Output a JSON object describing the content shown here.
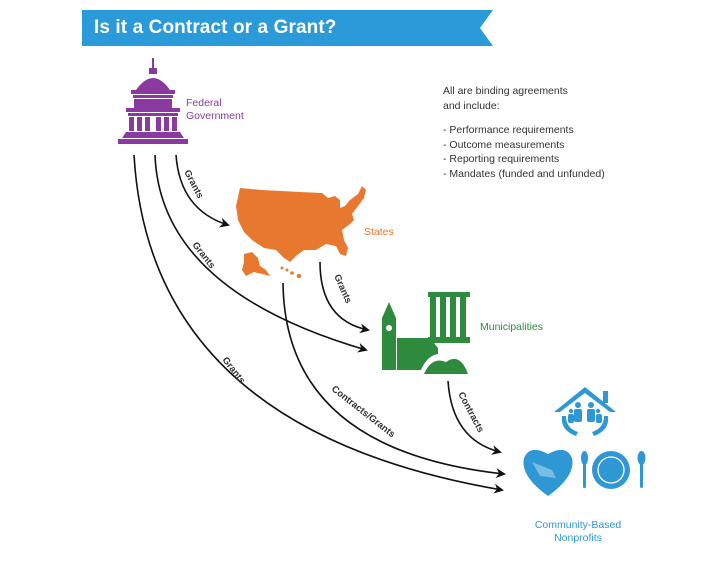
{
  "header": {
    "title": "Is it a Contract or a Grant?",
    "banner_color": "#2b9ad8"
  },
  "entities": {
    "federal": {
      "label_line1": "Federal",
      "label_line2": "Government",
      "color": "#8a3a9e",
      "icon": "capitol-building-icon"
    },
    "states": {
      "label": "States",
      "color": "#e8782f",
      "icon": "us-map-icon"
    },
    "municipalities": {
      "label": "Municipalities",
      "color": "#2e8b3e",
      "icon": "city-buildings-icon"
    },
    "nonprofits": {
      "label_line1": "Community-Based",
      "label_line2": "Nonprofits",
      "color": "#2f98d4",
      "icon": "community-care-icon"
    }
  },
  "note": {
    "intro_line1": "All are binding agreements",
    "intro_line2": "and include:",
    "items": [
      "- Performance requirements",
      "- Outcome measurements",
      "- Reporting requirements",
      "- Mandates (funded and unfunded)"
    ]
  },
  "flows": [
    {
      "from": "Federal Government",
      "to": "States",
      "label": "Grants"
    },
    {
      "from": "Federal Government",
      "to": "Municipalities",
      "label": "Grants"
    },
    {
      "from": "Federal Government",
      "to": "Community-Based Nonprofits",
      "label": "Grants"
    },
    {
      "from": "States",
      "to": "Municipalities",
      "label": "Grants"
    },
    {
      "from": "States",
      "to": "Community-Based Nonprofits",
      "label": "Contracts/Grants"
    },
    {
      "from": "Municipalities",
      "to": "Community-Based Nonprofits",
      "label": "Contracts"
    }
  ]
}
